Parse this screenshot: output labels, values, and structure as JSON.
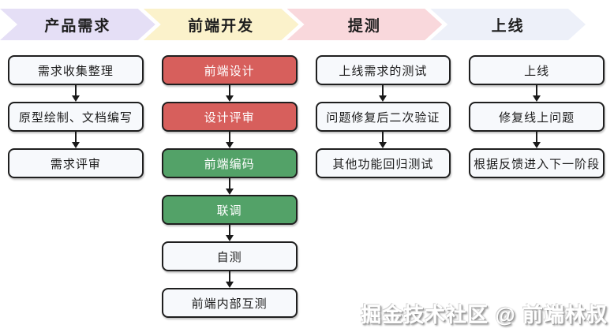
{
  "stages": [
    {
      "header": {
        "label": "产品需求",
        "bg": "#e5dff6"
      },
      "boxes": [
        {
          "label": "需求收集整理",
          "variant": "normal"
        },
        {
          "label": "原型绘制、文档编写",
          "variant": "normal"
        },
        {
          "label": "需求评审",
          "variant": "normal"
        }
      ]
    },
    {
      "header": {
        "label": "前端开发",
        "bg": "#fbf2cb"
      },
      "boxes": [
        {
          "label": "前端设计",
          "variant": "red"
        },
        {
          "label": "设计评审",
          "variant": "red"
        },
        {
          "label": "前端编码",
          "variant": "green"
        },
        {
          "label": "联调",
          "variant": "green"
        },
        {
          "label": "自测",
          "variant": "normal"
        },
        {
          "label": "前端内部互测",
          "variant": "normal"
        }
      ]
    },
    {
      "header": {
        "label": "提测",
        "bg": "#f9d8dc"
      },
      "boxes": [
        {
          "label": "上线需求的测试",
          "variant": "normal"
        },
        {
          "label": "问题修复后二次验证",
          "variant": "normal"
        },
        {
          "label": "其他功能回归测试",
          "variant": "normal"
        }
      ]
    },
    {
      "header": {
        "label": "上线",
        "bg": "#edf0f9"
      },
      "boxes": [
        {
          "label": "上线",
          "variant": "normal"
        },
        {
          "label": "修复线上问题",
          "variant": "normal"
        },
        {
          "label": "根据反馈进入下一阶段",
          "variant": "normal"
        }
      ]
    }
  ],
  "colors": {
    "box_normal_bg": "#f7f9fc",
    "box_red_bg": "#d75f5c",
    "box_green_bg": "#53a268",
    "box_border": "#1f1f1f",
    "arrow": "#1a1a1a"
  },
  "watermark": "掘金技术社区 @ 前端林叔"
}
